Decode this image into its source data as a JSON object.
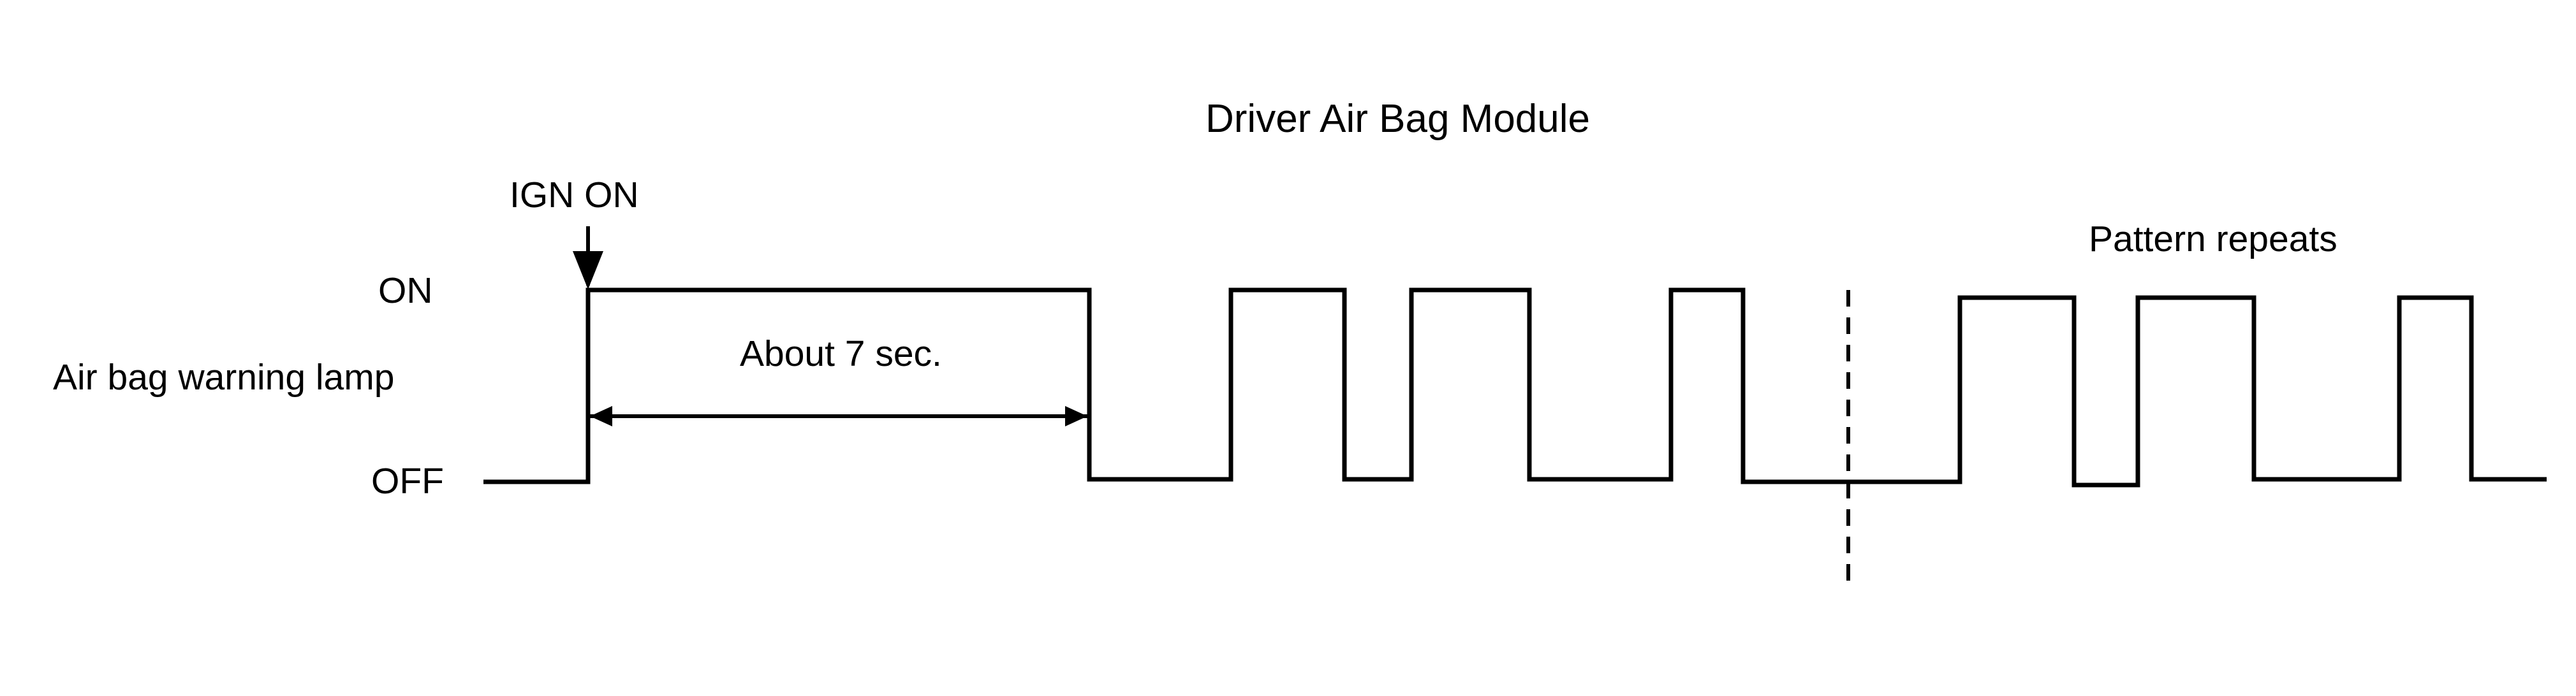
{
  "diagram": {
    "title": "Driver Air Bag Module",
    "trigger_label": "IGN ON",
    "state_on_label": "ON",
    "state_off_label": "OFF",
    "signal_name": "Air bag warning lamp",
    "initial_on_duration_label": "About 7 sec.",
    "repeat_label": "Pattern repeats"
  },
  "colors": {
    "line": "#000000",
    "background": "#ffffff"
  }
}
